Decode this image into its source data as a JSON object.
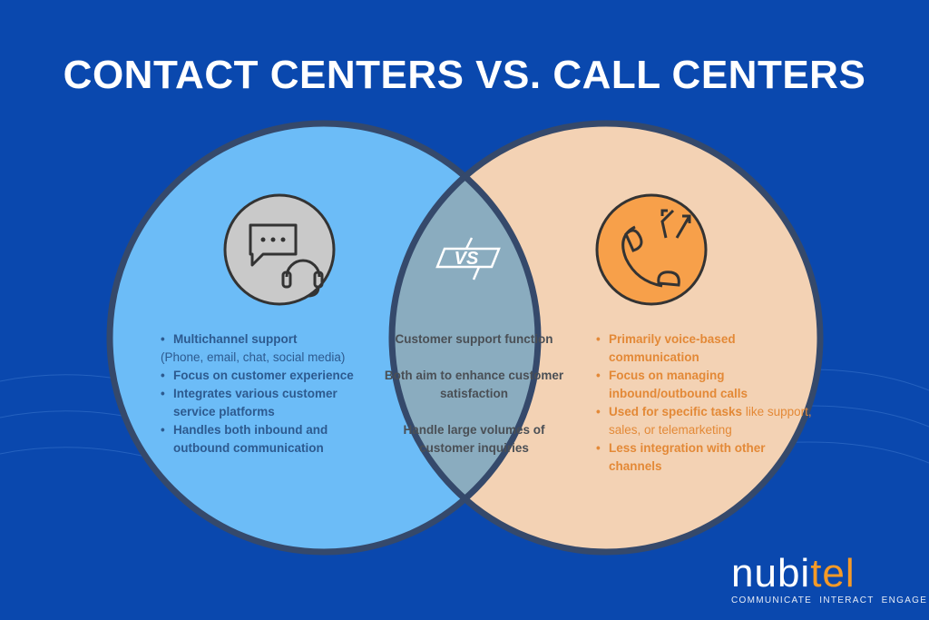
{
  "title": "CONTACT CENTERS VS. CALL CENTERS",
  "colors": {
    "background": "#0a48ae",
    "left_circle": "#6cbcf7",
    "right_circle": "#f3d2b4",
    "overlap": "#8aacbf",
    "outline": "#35496b",
    "right_text": "#e38937",
    "left_text": "#2d5a8f"
  },
  "left": {
    "icon": "chat-headset-icon",
    "items": [
      {
        "bold": "Multichannel support",
        "sub": "(Phone, email, chat, social media)"
      },
      {
        "bold": "Focus on customer experience"
      },
      {
        "bold": "Integrates various customer service platforms"
      },
      {
        "bold": "Handles both inbound and outbound communication"
      }
    ]
  },
  "middle": {
    "icon": "vs-icon",
    "vs_label": "VS",
    "items": [
      "Customer support function",
      "Both aim to enhance customer satisfaction",
      "Handle large volumes of customer inquiries"
    ]
  },
  "right": {
    "icon": "phone-arrows-icon",
    "items": [
      {
        "bold": "Primarily voice-based communication"
      },
      {
        "bold": "Focus on managing inbound/outbound calls"
      },
      {
        "bold": "Used for specific tasks",
        "normal": " like support, sales, or telemarketing"
      },
      {
        "bold": "Less integration with other channels"
      }
    ]
  },
  "logo": {
    "word_white": "nubi",
    "word_orange": "tel",
    "tagline": "COMMUNICATE  INTERACT  ENGAGE"
  }
}
